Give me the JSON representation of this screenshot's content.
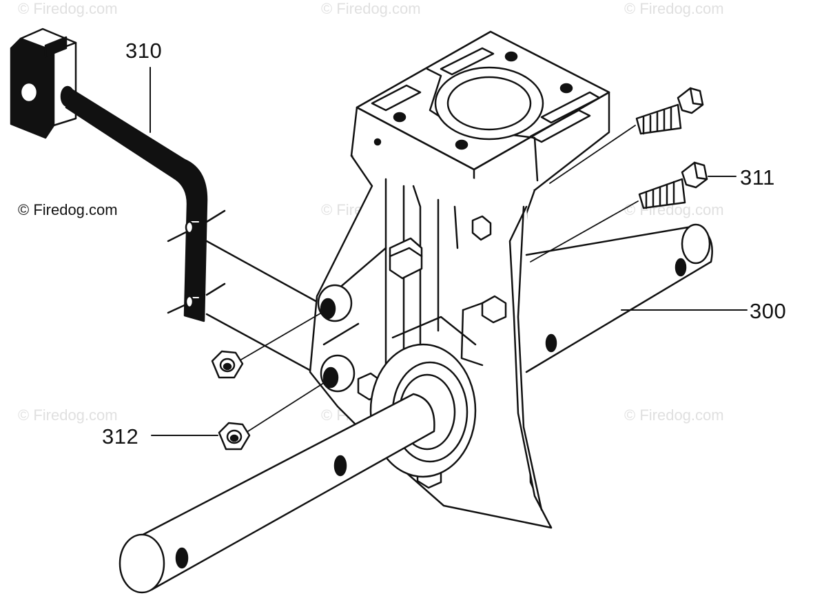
{
  "watermark": {
    "text": "© Firedog.com"
  },
  "callouts": {
    "c310": "310",
    "c311": "311",
    "c300": "300",
    "c312": "312"
  },
  "colors": {
    "ink": "#111111",
    "watermark_light": "#e0e0e0",
    "background": "#ffffff"
  }
}
